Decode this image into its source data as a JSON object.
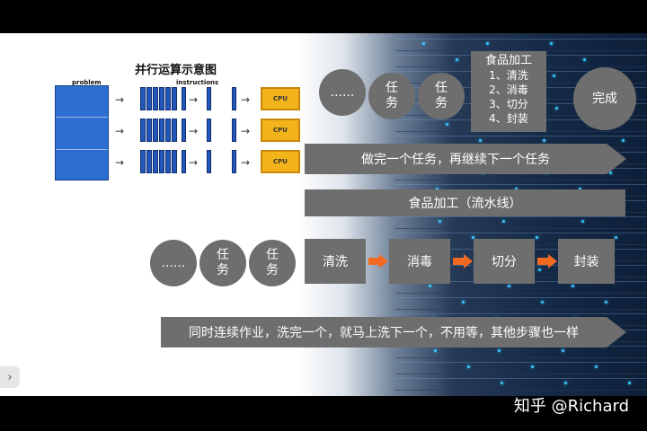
{
  "diagram_title": "并行运算示意图",
  "parallel_diagram": {
    "problem_label": "problem",
    "instructions_label": "instructions",
    "cpu_label": "CPU"
  },
  "sequential": {
    "ellipsis": "......",
    "task1": "任\n务",
    "task2": "任\n务",
    "done": "完成",
    "food_title": "食品加工",
    "steps": [
      "1、清洗",
      "2、消毒",
      "3、切分",
      "4、封装"
    ],
    "arrow_text": "做完一个任务，再继续下一个任务"
  },
  "pipeline": {
    "header": "食品加工（流水线）",
    "ellipsis": "......",
    "task1": "任\n务",
    "task2": "任\n务",
    "stages": [
      "清洗",
      "消毒",
      "切分",
      "封装"
    ],
    "arrow_text": "同时连续作业，洗完一个，就马上洗下一个，不用等，其他步骤也一样"
  },
  "watermark": "知乎 @Richard",
  "side_button_icon": "chevron-right-icon",
  "colors": {
    "node_gray": "#6e6e6e",
    "arrow_orange": "#f26a21",
    "cpu_yellow": "#f3b41b",
    "bar_blue": "#2356b8"
  }
}
